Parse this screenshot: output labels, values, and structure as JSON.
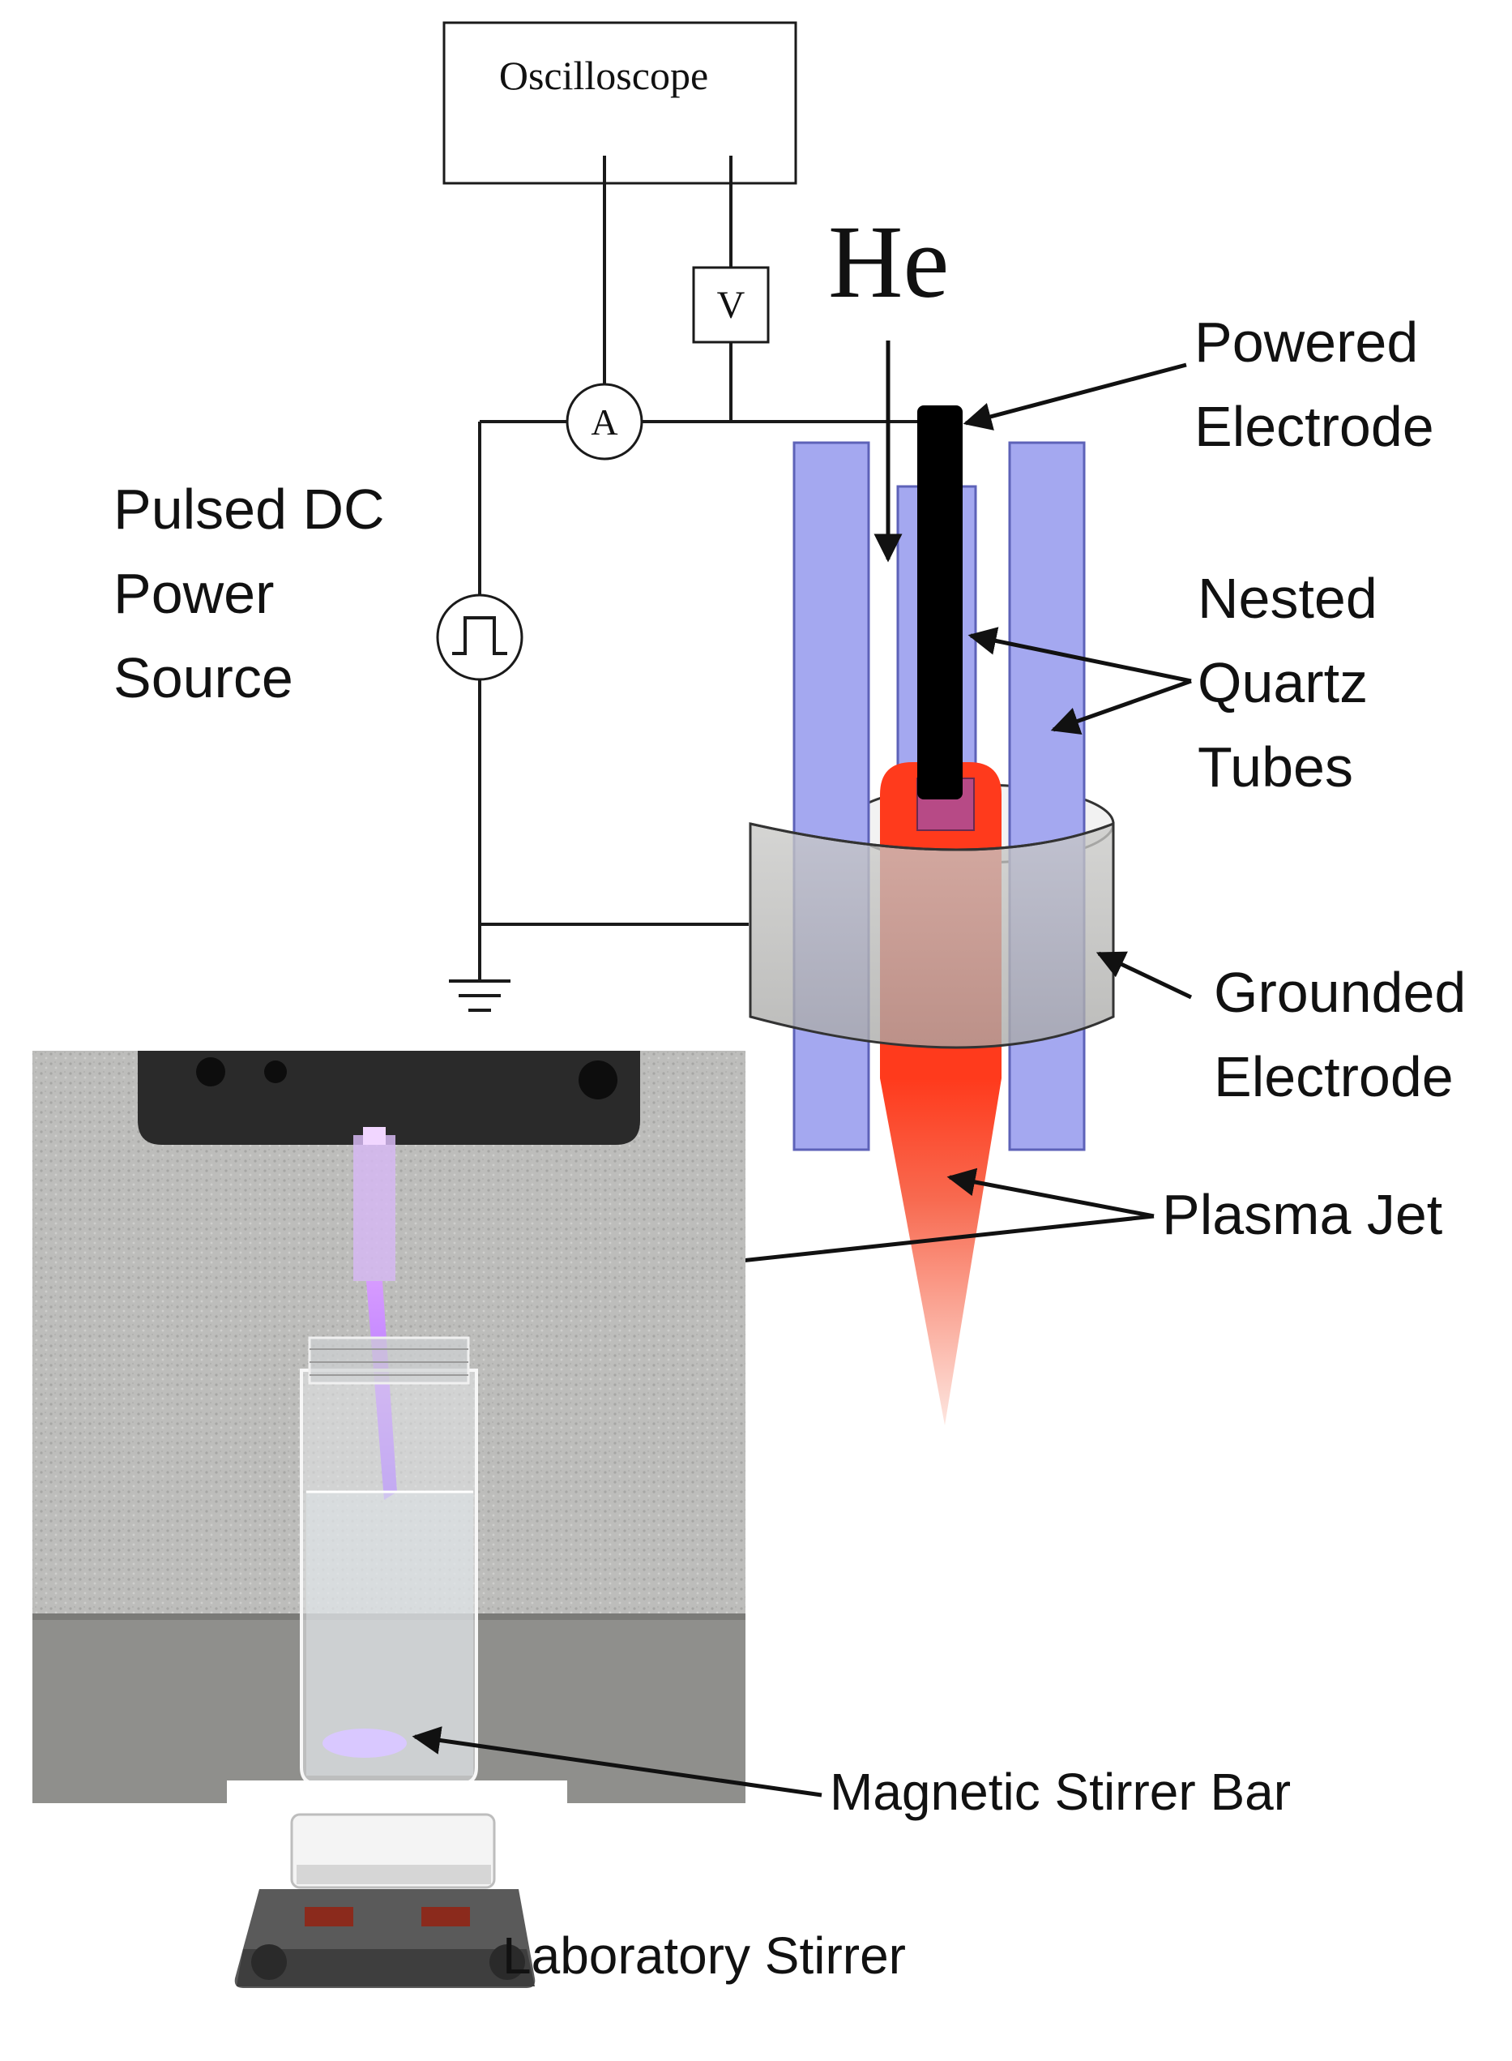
{
  "labels": {
    "oscilloscope": "Oscilloscope",
    "voltmeter": "V",
    "ammeter": "A",
    "gas": "He",
    "power_source": [
      "Pulsed DC",
      "Power",
      "Source"
    ],
    "powered_electrode": [
      "Powered",
      "Electrode"
    ],
    "quartz_tubes": [
      "Nested",
      "Quartz",
      "Tubes"
    ],
    "grounded_electrode": [
      "Grounded",
      "Electrode"
    ],
    "plasma_jet": "Plasma Jet",
    "stirrer_bar": "Magnetic Stirrer Bar",
    "lab_stirrer": "Laboratory Stirrer"
  },
  "colors": {
    "quartz": "#a4a8f0",
    "quartz_stroke": "#5d62b8",
    "electrode": "#000000",
    "plasma_core": "#ff3a1c",
    "plasma_tip": "#fde6e0",
    "ground_ring": "#9a9a9a",
    "plasma_photo": "#b26dff"
  }
}
